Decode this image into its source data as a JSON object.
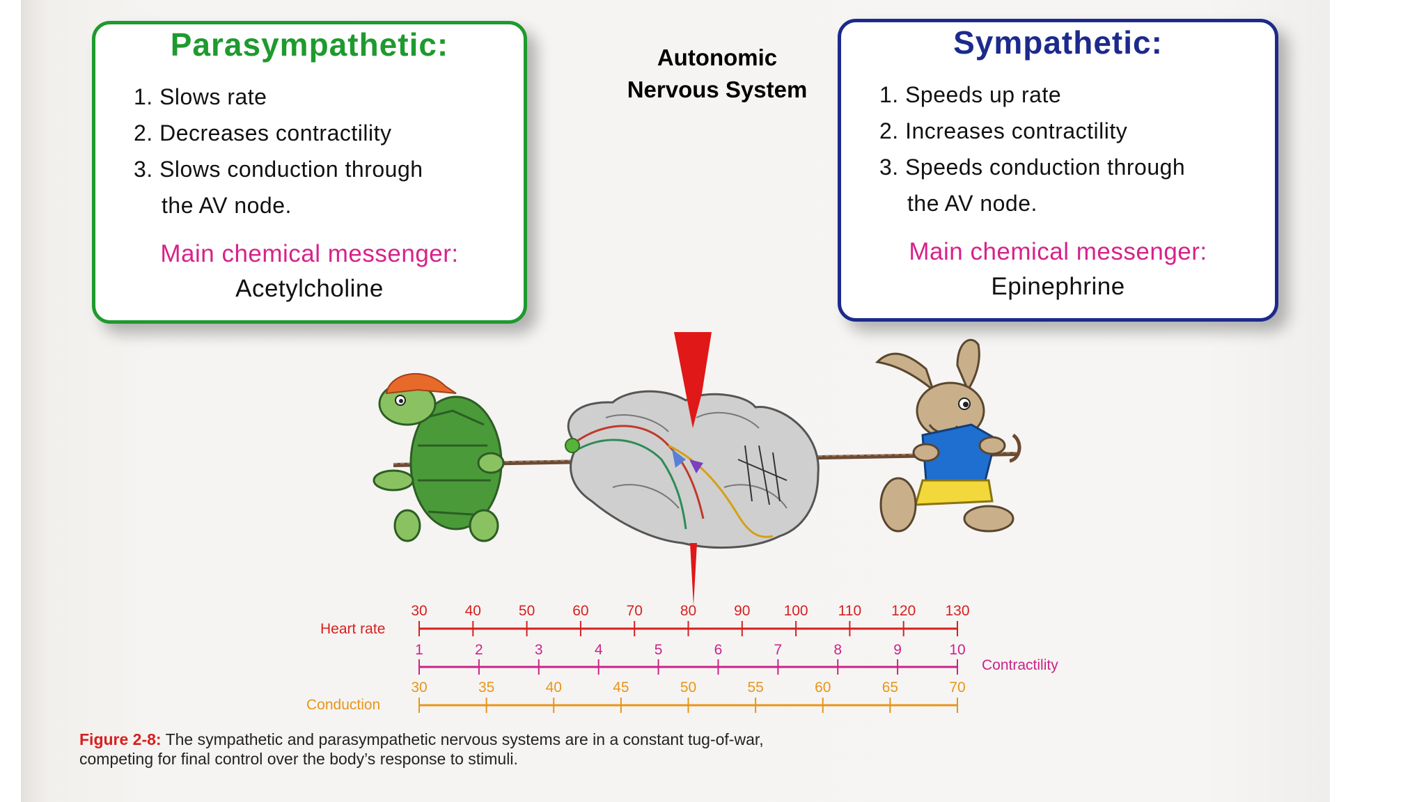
{
  "center_title": {
    "line1": "Autonomic",
    "line2": "Nervous System"
  },
  "parasympathetic": {
    "title": "Parasympathetic:",
    "items": [
      {
        "num": "1.",
        "text": "Slows rate"
      },
      {
        "num": "2.",
        "text": "Decreases contractility"
      },
      {
        "num": "3.",
        "text": "Slows conduction through",
        "cont": "the AV node."
      }
    ],
    "messenger_label": "Main chemical messenger:",
    "messenger": "Acetylcholine",
    "color": "#1e9a2e"
  },
  "sympathetic": {
    "title": "Sympathetic:",
    "items": [
      {
        "num": "1.",
        "text": "Speeds up rate"
      },
      {
        "num": "2.",
        "text": "Increases contractility"
      },
      {
        "num": "3.",
        "text": "Speeds conduction through",
        "cont": "the AV node."
      }
    ],
    "messenger_label": "Main chemical messenger:",
    "messenger": "Epinephrine",
    "color": "#1c2a8c"
  },
  "scales": {
    "heart_rate": {
      "label": "Heart rate",
      "ticks": [
        "30",
        "40",
        "50",
        "60",
        "70",
        "80",
        "90",
        "100",
        "110",
        "120",
        "130"
      ],
      "color": "#d62020"
    },
    "contractility": {
      "label": "Contractility",
      "ticks": [
        "1",
        "2",
        "3",
        "4",
        "5",
        "6",
        "7",
        "8",
        "9",
        "10"
      ],
      "color": "#cc2288"
    },
    "conduction": {
      "label": "Conduction",
      "ticks": [
        "30",
        "35",
        "40",
        "45",
        "50",
        "55",
        "60",
        "65",
        "70"
      ],
      "color": "#e8951a"
    }
  },
  "caption": {
    "figure_label": "Figure 2-8:",
    "line1": "The sympathetic and parasympathetic nervous systems are in a constant tug-of-war,",
    "line2": "competing for final control over the body’s response to stimuli."
  },
  "icons": [
    "turtle-icon",
    "rabbit-icon",
    "heart-icon",
    "indicator-arrow-icon"
  ],
  "colors": {
    "messenger_label": "#d6228a",
    "indicator": "#e01818"
  }
}
